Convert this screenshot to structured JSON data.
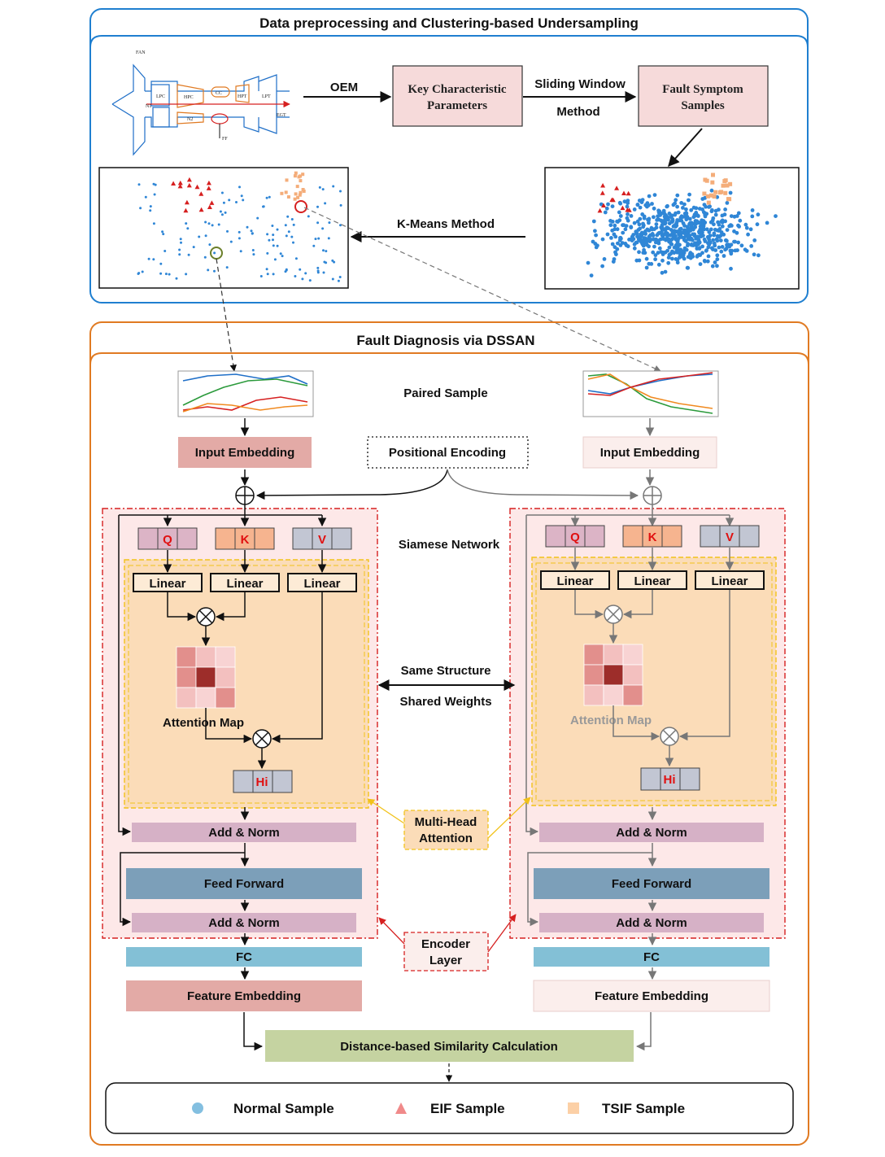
{
  "section_top": {
    "title": "Data preprocessing and Clustering-based Undersampling"
  },
  "engine": {
    "fan": "FAN",
    "n1": "N1",
    "lpc": "LPC",
    "hpc": "HPC",
    "cc": "CC",
    "hpt": "HPT",
    "lpt": "LPT",
    "n2": "N2",
    "egt": "EGT",
    "ff": "FF"
  },
  "pipeline": {
    "oem": "OEM",
    "key_params": [
      "Key Characteristic",
      "Parameters"
    ],
    "sliding_window": [
      "Sliding Window",
      "Method"
    ],
    "fault_samples": [
      "Fault Symptom",
      "Samples"
    ],
    "kmeans": "K-Means Method"
  },
  "section_bottom": {
    "title": "Fault Diagnosis via DSSAN"
  },
  "network": {
    "paired_sample": "Paired Sample",
    "input_embedding": "Input Embedding",
    "positional_encoding": "Positional Encoding",
    "siamese_network": "Siamese Network",
    "q": "Q",
    "k": "K",
    "v": "V",
    "linear": "Linear",
    "attention_map": "Attention Map",
    "hi": "Hi",
    "same_structure": "Same Structure",
    "shared_weights": "Shared Weights",
    "add_norm": "Add & Norm",
    "feed_forward": "Feed Forward",
    "multi_head": [
      "Multi-Head",
      "Attention"
    ],
    "encoder_layer": [
      "Encoder",
      "Layer"
    ],
    "fc": "FC",
    "feature_embedding": "Feature Embedding",
    "distance": "Distance-based Similarity Calculation"
  },
  "legend": {
    "normal": "Normal Sample",
    "eif": "EIF Sample",
    "tsif": "TSIF Sample"
  },
  "colors": {
    "blue_frame": "#1f7fd0",
    "orange_frame": "#e07a22",
    "normal_point": "#2f86d6",
    "eif_point": "#d61f1f",
    "tsif_point": "#f4ad7a",
    "pink_box": "#f6dada",
    "input_embed_left": "#e3aaa6",
    "input_embed_right": "#fbeeec",
    "attention_bg": "#fbdcb8",
    "add_norm": "#d6b1c6",
    "feed_forward": "#7c9fb9",
    "fc": "#83c0d6",
    "distance": "#c5d3a1"
  }
}
